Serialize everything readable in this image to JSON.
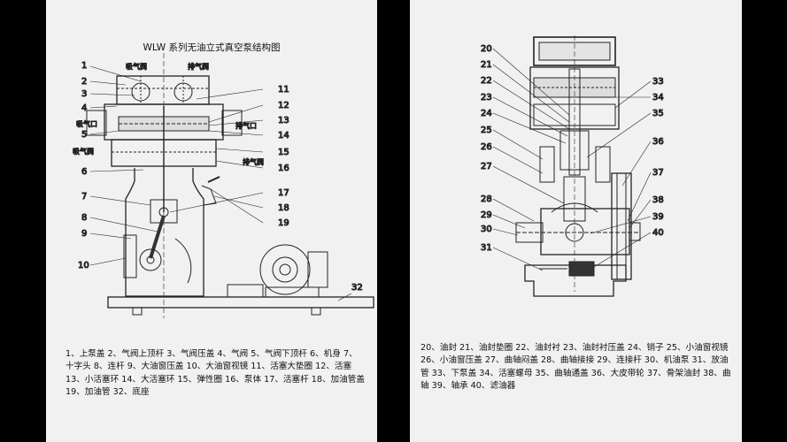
{
  "left": {
    "title": "WLW 系列无油立式真空泵结构图",
    "part_numbers": [
      "1",
      "2",
      "3",
      "4",
      "5",
      "6",
      "7",
      "8",
      "9",
      "10",
      "11",
      "12",
      "13",
      "14",
      "15",
      "16",
      "17",
      "18",
      "19",
      "32"
    ],
    "labels": {
      "intake_valve_top": "吸气阀",
      "exhaust_valve_top": "排气阀",
      "intake_port": "吸气口",
      "exhaust_port": "排气口",
      "intake_valve_side": "吸气阀",
      "exhaust_valve_side": "排气阀"
    },
    "caption": "1、上泵盖 2、气阀上顶杆 3、气阀压盖 4、气阀 5、气阀下顶杆 6、机身 7、十字头 8、连杆 9、大油窗压盖 10、大油窗视镜 11、活塞大垫圈 12、活塞 13、小活塞环 14、大活塞环 15、弹性圈 16、泵体 17、活塞杆 18、加油管盖 19、加油管 32、底座"
  },
  "right": {
    "part_numbers": [
      "20",
      "21",
      "22",
      "23",
      "24",
      "25",
      "26",
      "27",
      "28",
      "29",
      "30",
      "31",
      "33",
      "34",
      "35",
      "36",
      "37",
      "38",
      "39",
      "40"
    ],
    "caption": "20、油封 21、油封垫圈 22、油封衬 23、油封衬压盖 24、销子 25、小油窗视镜 26、小油窗压盖 27、曲轴闷盖 28、曲轴接接 29、连接杆 30、机油泵 31、放油管 33、下泵盖 34、活塞螺母 35、曲轴通盖 36、大皮带轮 37、骨架油封 38、曲轴 39、轴承 40、滤油器"
  }
}
